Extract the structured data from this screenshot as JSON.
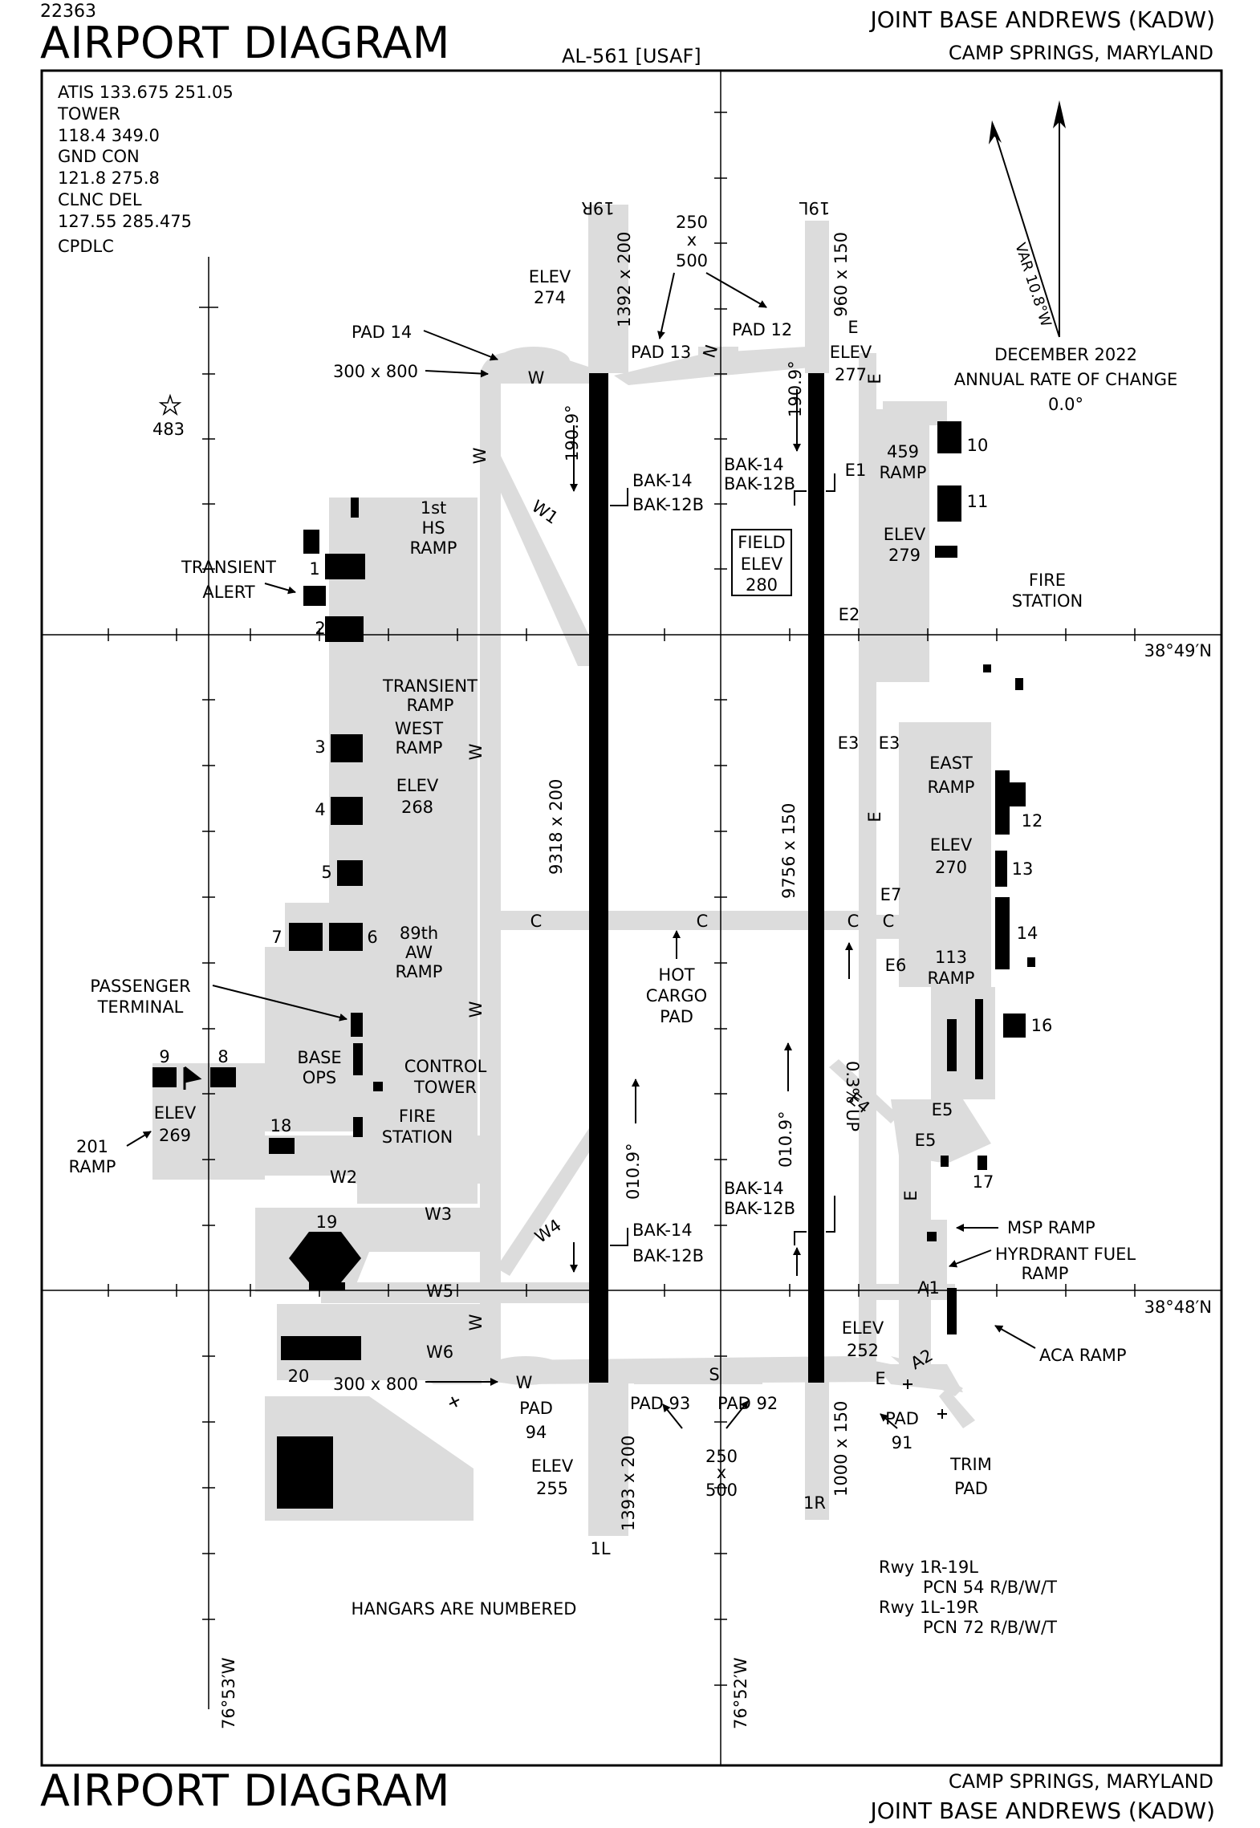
{
  "header": {
    "chart_id": "22363",
    "title": "AIRPORT DIAGRAM",
    "procedure_id": "AL-561 [USAF]",
    "airport": "JOINT BASE ANDREWS  (KADW)",
    "location": "CAMP SPRINGS, MARYLAND"
  },
  "footer": {
    "title": "AIRPORT DIAGRAM",
    "location": "CAMP SPRINGS, MARYLAND",
    "airport": "JOINT BASE ANDREWS  (KADW)"
  },
  "frequencies": [
    "ATIS 133.675  251.05",
    "TOWER",
    "118.4  349.0",
    "GND CON",
    "121.8  275.8",
    "CLNC DEL",
    "127.55  285.475",
    "CPDLC"
  ],
  "magnetic": {
    "variation": "VAR 10.8°W",
    "date": "DECEMBER 2022",
    "rate_label": "ANNUAL RATE OF CHANGE",
    "rate": "0.0°"
  },
  "obstacle": "483",
  "runways": {
    "left_name_top": "19R",
    "left_name_bottom": "1L",
    "right_name_top": "19L",
    "right_name_bottom": "1R",
    "left_dims": "9318 x 200",
    "right_dims": "9756 x 150",
    "left_top_overrun": "1392 x 200",
    "left_bottom_overrun": "1393 x 200",
    "right_top_overrun": "960 x 150",
    "right_bottom_overrun": "1000 x 150",
    "heading_190": "190.9°",
    "heading_010": "010.9°",
    "bak14": "BAK-14",
    "bak12": "BAK-12B",
    "slope": "0.3% UP"
  },
  "field_elev": [
    "FIELD",
    "ELEV",
    "280"
  ],
  "notes": {
    "hangars": "HANGARS ARE NUMBERED",
    "pcn": [
      "Rwy 1R-19L",
      "PCN 54 R/B/W/T",
      "Rwy 1L-19R",
      "PCN 72 R/B/W/T"
    ]
  },
  "grid": {
    "lat_north": "38°49′N",
    "lat_south": "38°48′N",
    "lon_west": "76°53′W",
    "lon_east": "76°52′W"
  },
  "labels": {
    "elev_274": [
      "ELEV",
      "274"
    ],
    "elev_277": [
      "ELEV",
      "277"
    ],
    "elev_279": [
      "ELEV",
      "279"
    ],
    "elev_268": [
      "ELEV",
      "268"
    ],
    "elev_270": [
      "ELEV",
      "270"
    ],
    "elev_269": [
      "ELEV",
      "269"
    ],
    "elev_252": [
      "ELEV",
      "252"
    ],
    "elev_255": [
      "ELEV",
      "255"
    ],
    "pad14": "PAD 14",
    "pad12": "PAD 12",
    "pad13": "PAD 13",
    "pad93": "PAD 93",
    "pad92": "PAD 92",
    "pad94": [
      "PAD",
      "94"
    ],
    "pad91": [
      "PAD",
      "91"
    ],
    "dim_300x800": "300 x 800",
    "dim_250": "250",
    "dim_x": "x",
    "dim_500": "500",
    "hs_ramp": [
      "1st",
      "HS",
      "RAMP"
    ],
    "transient_alert": [
      "TRANSIENT",
      "ALERT"
    ],
    "transient_ramp": [
      "TRANSIENT",
      "RAMP"
    ],
    "west_ramp": [
      "WEST",
      "RAMP"
    ],
    "aw_ramp": [
      "89th",
      "AW",
      "RAMP"
    ],
    "passenger_terminal": [
      "PASSENGER",
      "TERMINAL"
    ],
    "base_ops": [
      "BASE",
      "OPS"
    ],
    "control_tower": [
      "CONTROL",
      "TOWER"
    ],
    "fire_station_w": [
      "FIRE",
      "STATION"
    ],
    "fire_station_e": [
      "FIRE",
      "STATION"
    ],
    "ramp_201": [
      "201",
      "RAMP"
    ],
    "ramp_459": [
      "459",
      "RAMP"
    ],
    "east_ramp": [
      "EAST",
      "RAMP"
    ],
    "ramp_113": [
      "113",
      "RAMP"
    ],
    "hot_cargo": [
      "HOT",
      "CARGO",
      "PAD"
    ],
    "msp_ramp": "MSP RAMP",
    "hydrant": [
      "HYRDRANT FUEL",
      "RAMP"
    ],
    "aca_ramp": "ACA RAMP",
    "trim_pad": [
      "TRIM",
      "PAD"
    ]
  },
  "hangars": [
    "1",
    "2",
    "3",
    "4",
    "5",
    "6",
    "7",
    "8",
    "9",
    "10",
    "11",
    "12",
    "13",
    "14",
    "16",
    "17",
    "18",
    "19",
    "20"
  ],
  "taxiways": {
    "W": "W",
    "W1": "W1",
    "W2": "W2",
    "W3": "W3",
    "W4": "W4",
    "W5": "W5",
    "W6": "W6",
    "C": "C",
    "S": "S",
    "N": "N",
    "E": "E",
    "E1": "E1",
    "E2": "E2",
    "E3": "E3",
    "E4": "E4",
    "E5": "E5",
    "E6": "E6",
    "E7": "E7",
    "A1": "A1",
    "A2": "A2"
  },
  "colors": {
    "pavement": "#dcdcdc",
    "runway": "#000000",
    "ink": "#000000"
  }
}
